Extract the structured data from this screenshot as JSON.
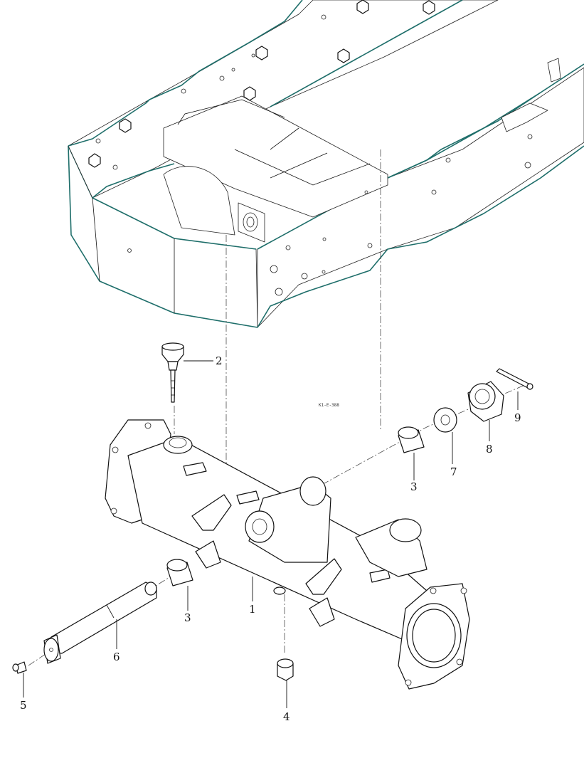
{
  "drawing": {
    "code": "K1-E-388",
    "callouts": [
      {
        "id": "1",
        "label": "1"
      },
      {
        "id": "2",
        "label": "2"
      },
      {
        "id": "3a",
        "label": "3"
      },
      {
        "id": "3b",
        "label": "3"
      },
      {
        "id": "4",
        "label": "4"
      },
      {
        "id": "5",
        "label": "5"
      },
      {
        "id": "6",
        "label": "6"
      },
      {
        "id": "7",
        "label": "7"
      },
      {
        "id": "8",
        "label": "8"
      },
      {
        "id": "9",
        "label": "9"
      }
    ]
  },
  "colors": {
    "frame_outline": "#1e6e6a",
    "line": "#111111",
    "background": "#ffffff"
  }
}
